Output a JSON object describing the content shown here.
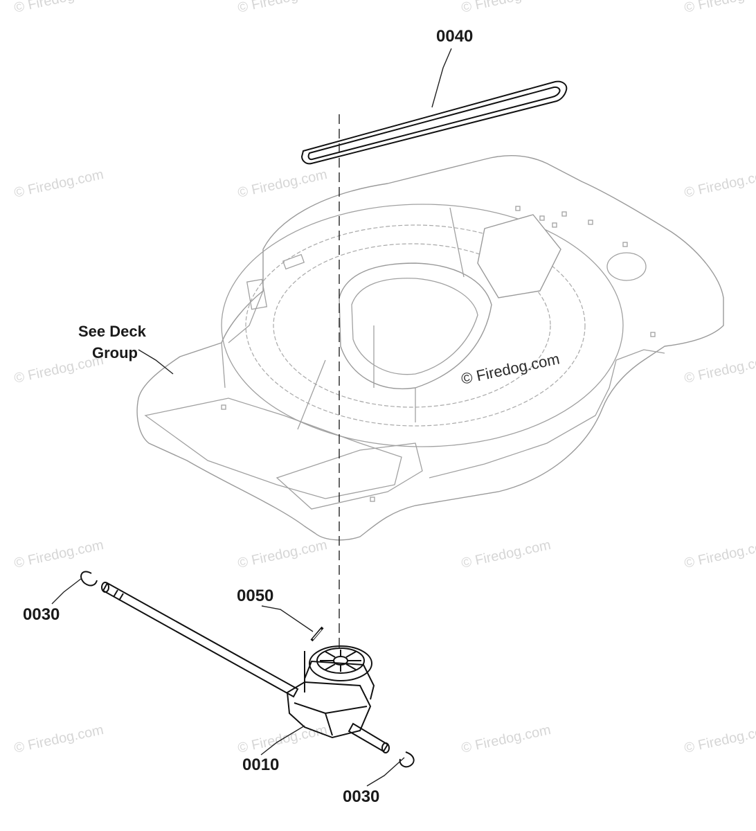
{
  "labels": {
    "gearbox": "0010",
    "clip_left": "0030",
    "clip_right": "0030",
    "belt": "0040",
    "pin": "0050",
    "deck_note_line1": "See Deck",
    "deck_note_line2": "Group"
  },
  "watermark": {
    "repeat_text": "© Firedog.com",
    "center_text": "© Firedog.com"
  }
}
